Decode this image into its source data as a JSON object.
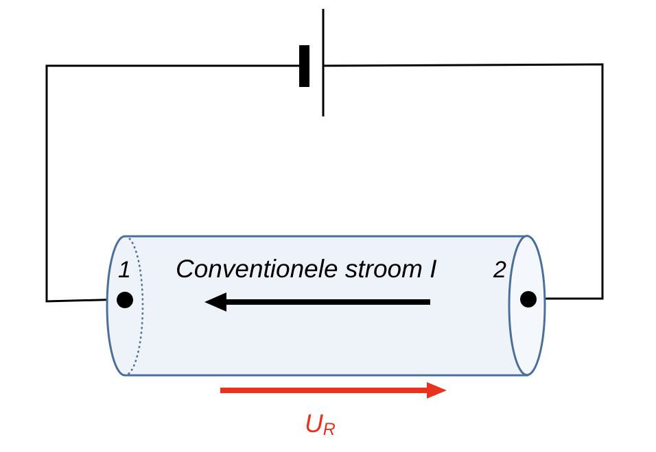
{
  "diagram": {
    "terminal_left_label": "1",
    "terminal_right_label": "2",
    "current_label": "Conventionele stroom I",
    "voltage_label": "U",
    "voltage_subscript": "R"
  },
  "colors": {
    "wire": "#000000",
    "cylinder_fill": "#eef3fa",
    "cylinder_stroke": "#4a6f9c",
    "current_arrow": "#000000",
    "voltage_arrow": "#e8311f"
  }
}
